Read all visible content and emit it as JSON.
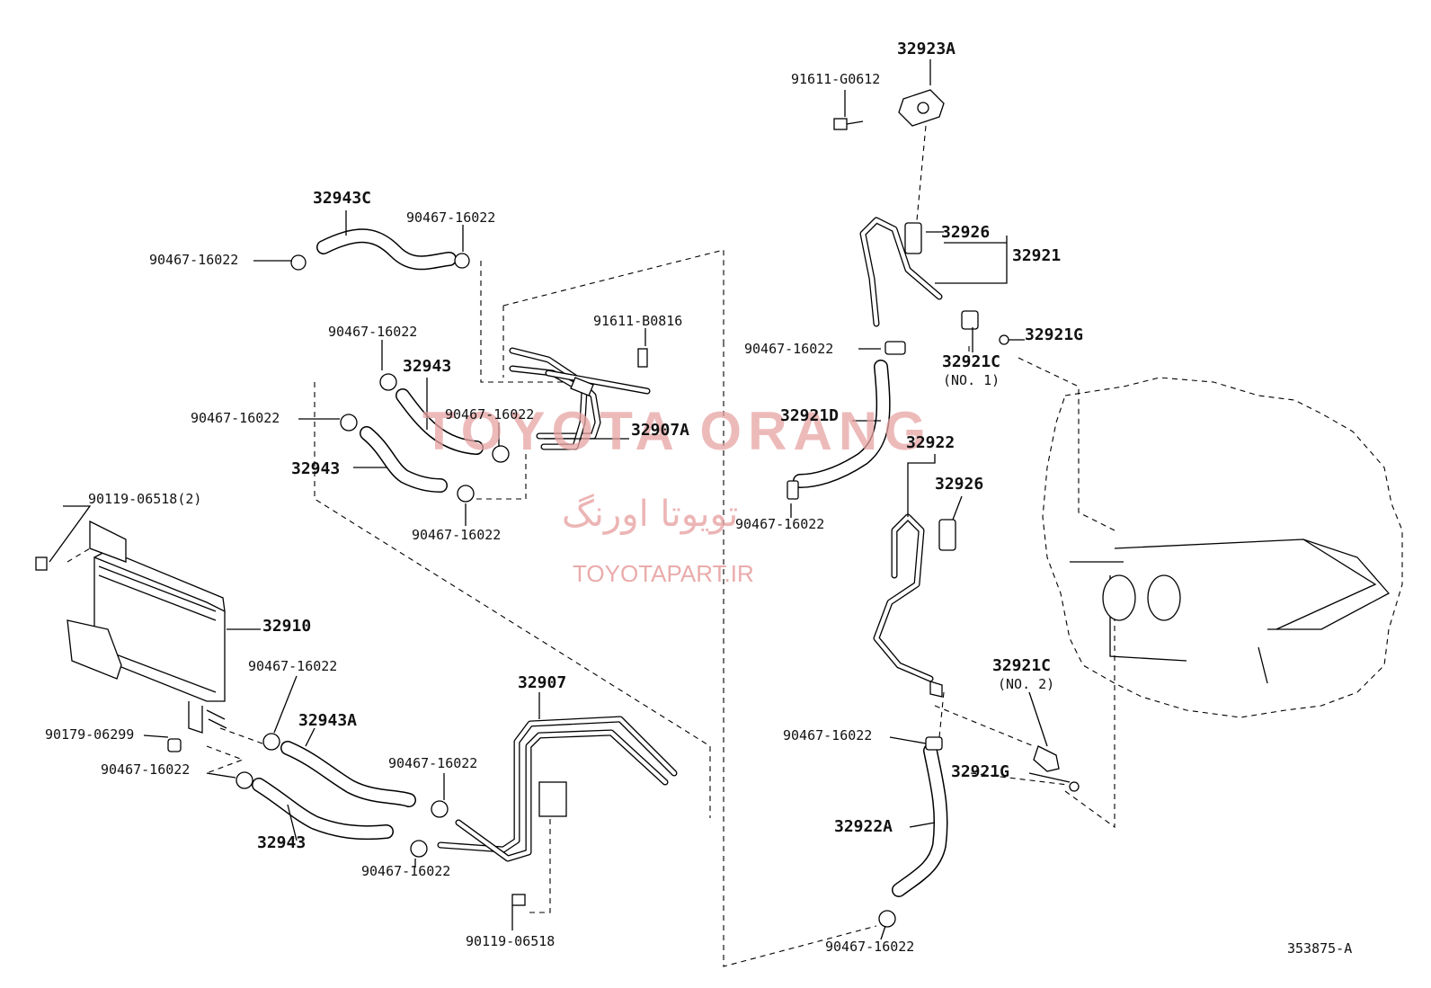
{
  "labels": {
    "p32923A": "32923A",
    "p91611_G0612": "91611-G0612",
    "p32943C": "32943C",
    "p90467_a": "90467-16022",
    "p90467_b": "90467-16022",
    "p32926_top": "32926",
    "p32921": "32921",
    "p91611_B0816": "91611-B0816",
    "p90467_c": "90467-16022",
    "p32943_top": "32943",
    "p90467_d": "90467-16022",
    "p90467_e": "90467-16022",
    "p32907A": "32907A",
    "p32921G_top": "32921G",
    "p90467_f": "90467-16022",
    "p32921C_top": "32921C",
    "p32921C_top_sub": "(NO. 1)",
    "p32921D": "32921D",
    "p32943_mid": "32943",
    "p32922": "32922",
    "p32926_mid": "32926",
    "p90467_g": "90467-16022",
    "p90119_06518_2": "90119-06518(2)",
    "p90467_h": "90467-16022",
    "p32910": "32910",
    "p90467_i": "90467-16022",
    "p32943A": "32943A",
    "p32907": "32907",
    "p32921C_bot": "32921C",
    "p32921C_bot_sub": "(NO. 2)",
    "p90179_06299": "90179-06299",
    "p90467_j": "90467-16022",
    "p90467_k": "90467-16022",
    "p90467_l": "90467-16022",
    "p32921G_bot": "32921G",
    "p32943_bot": "32943",
    "p32922A": "32922A",
    "p90467_m": "90467-16022",
    "p90119_06518": "90119-06518",
    "p90467_n": "90467-16022",
    "ref": "353875-A"
  },
  "watermark": {
    "brand": "TOYOTA ORANG",
    "brand_fa": "تویوتا اورنگ",
    "site": "TOYOTAPART.IR",
    "color": "#e8a3a3"
  }
}
